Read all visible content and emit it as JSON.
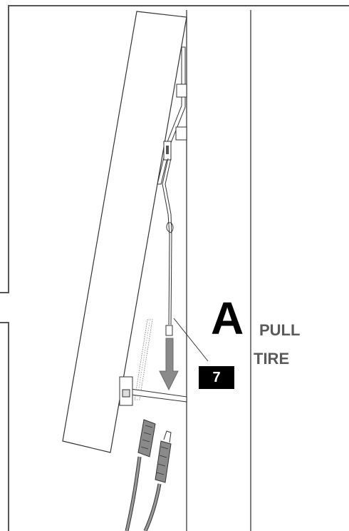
{
  "diagram": {
    "step_label": "A",
    "action_line1": "PULL",
    "action_line2": "TIRE",
    "step_number": "7"
  },
  "colors": {
    "line": "#333333",
    "frame": "#555555",
    "text_gray": "#5a5a5a",
    "arrow_gray": "#8a8a8a",
    "badge_bg": "#000000",
    "badge_text": "#ffffff"
  }
}
